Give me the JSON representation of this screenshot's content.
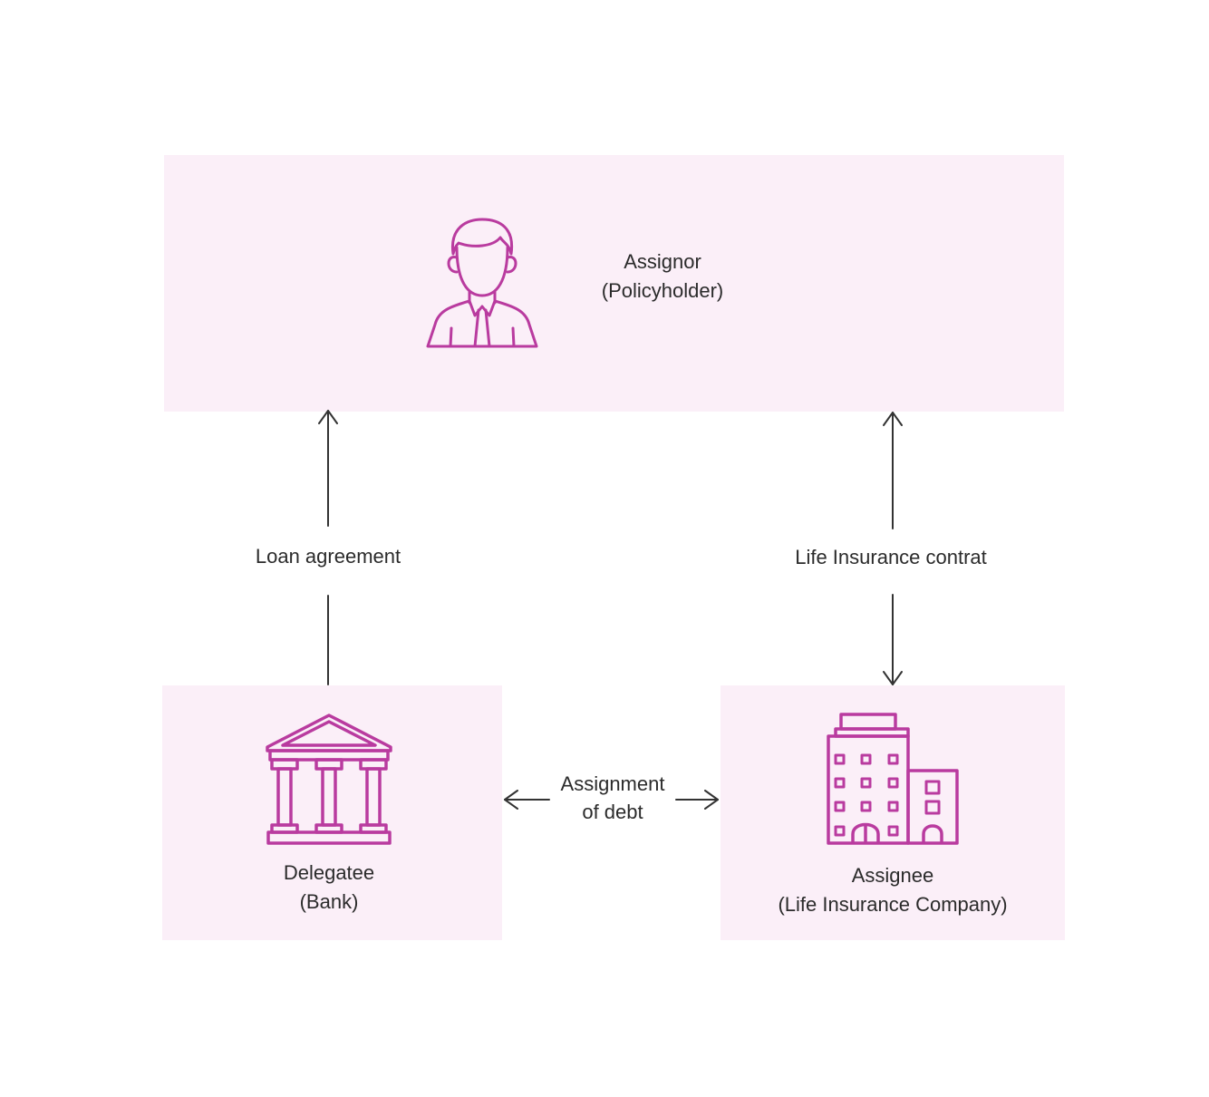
{
  "nodes": {
    "assignor": {
      "role": "Assignor",
      "detail": "(Policyholder)",
      "icon": "person-icon"
    },
    "delegatee": {
      "role": "Delegatee",
      "detail": "(Bank)",
      "icon": "bank-icon"
    },
    "assignee": {
      "role": "Assignee",
      "detail": "(Life Insurance Company)",
      "icon": "office-building-icon"
    }
  },
  "edges": {
    "loan": {
      "label": "Loan agreement"
    },
    "life_insurance": {
      "label": "Life Insurance contrat"
    },
    "assignment": {
      "line1": "Assignment",
      "line2": "of debt"
    }
  },
  "colors": {
    "box_fill": "#fbeff8",
    "icon": "#b93b9f",
    "arrow": "#333333"
  }
}
